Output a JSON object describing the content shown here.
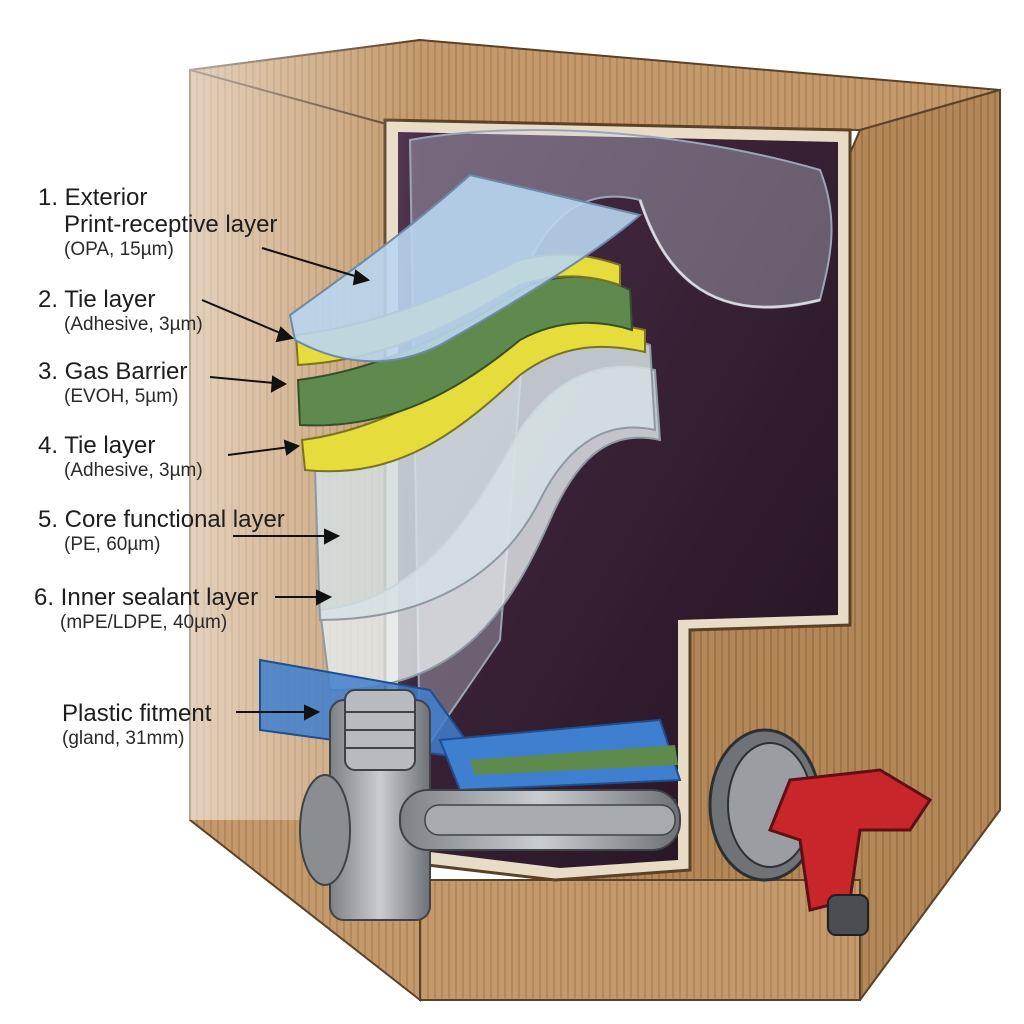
{
  "labels": [
    {
      "title": "1. Exterior",
      "title2": "Print-receptive layer",
      "sub": "(OPA, 15µm)"
    },
    {
      "title": "2. Tie layer",
      "sub": "(Adhesive, 3µm)"
    },
    {
      "title": "3. Gas Barrier",
      "sub": "(EVOH, 5µm)"
    },
    {
      "title": "4. Tie layer",
      "sub": "(Adhesive, 3µm)"
    },
    {
      "title": "5. Core functional layer",
      "sub": "(PE, 60µm)"
    },
    {
      "title": "6. Inner sealant layer",
      "sub": "(mPE/LDPE, 40µm)"
    },
    {
      "title": "Plastic fitment",
      "sub": "(gland, 31mm)"
    }
  ],
  "colors": {
    "cardboard": "#c49a6c",
    "wine": "#2e1a2e",
    "opa": "#b9d6ef",
    "tie": "#e6dc3c",
    "evoh": "#5f8a4e",
    "pe": "#d9e4e6",
    "tap": "#c8262a",
    "fitment": "#9a9ea3"
  }
}
